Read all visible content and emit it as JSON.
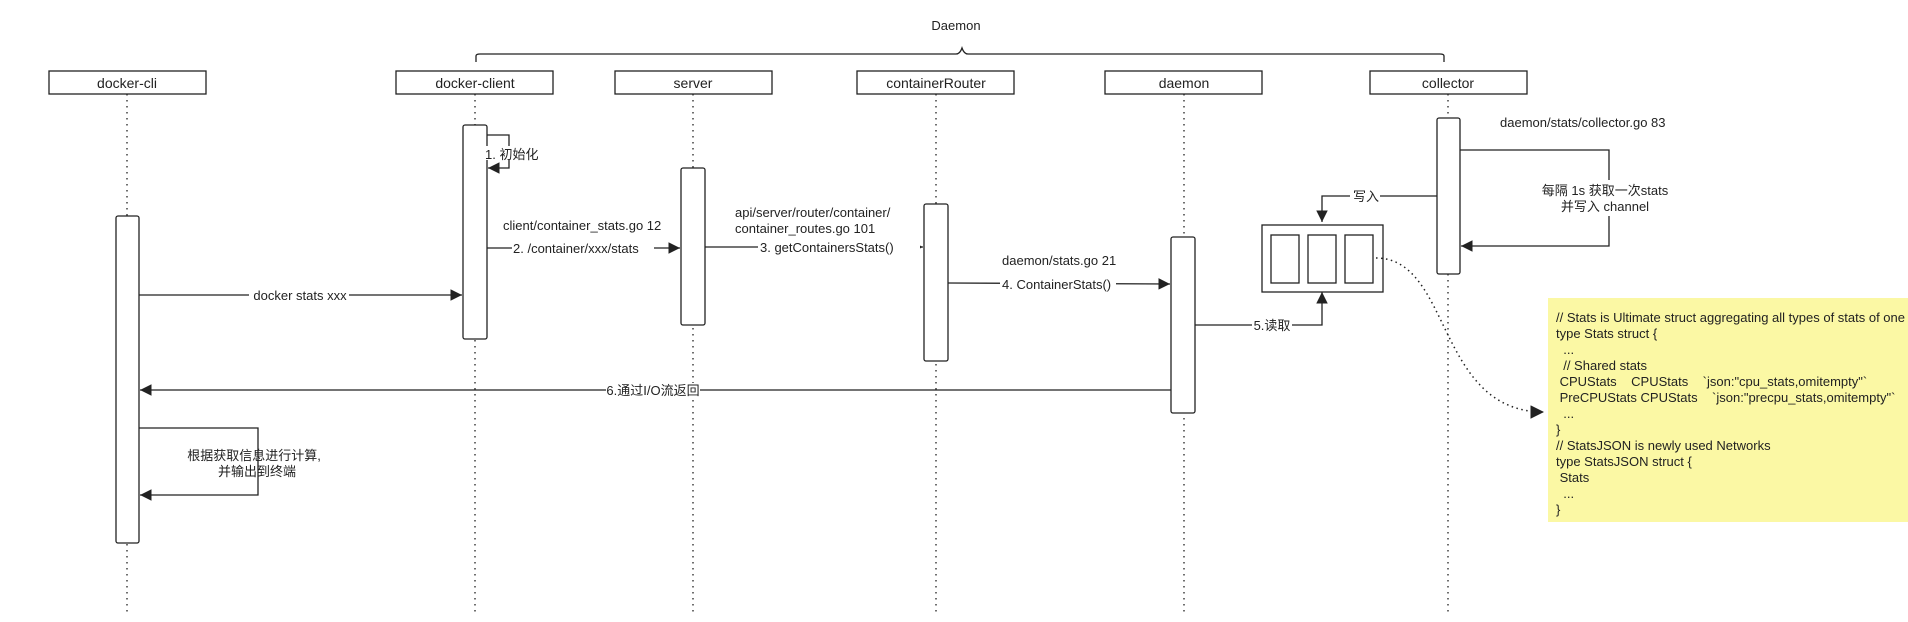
{
  "group_label": "Daemon",
  "participants": [
    {
      "name": "docker-cli"
    },
    {
      "name": "docker-client"
    },
    {
      "name": "server"
    },
    {
      "name": "containerRouter"
    },
    {
      "name": "daemon"
    },
    {
      "name": "collector"
    }
  ],
  "messages": {
    "docker_stats": "docker stats xxx",
    "init": "1. 初始化",
    "client_file": "client/container_stats.go 12",
    "step2": "2. /container/xxx/stats",
    "router_file_line1": "api/server/router/container/",
    "router_file_line2": "container_routes.go 101",
    "step3": "3. getContainersStats()",
    "daemon_file": "daemon/stats.go 21",
    "step4": "4. ContainerStats()",
    "collector_file": "daemon/stats/collector.go 83",
    "every_line1": "每隔 1s 获取一次stats",
    "every_line2": "并写入 channel",
    "write": "写入",
    "read": "5.读取",
    "step6": "6.通过I/O流返回",
    "calc_line1": "根据获取信息进行计算,",
    "calc_line2": "并输出到终端"
  },
  "note_lines": [
    "// Stats is Ultimate struct aggregating all types of stats of one container",
    "type Stats struct {",
    "  ...",
    "  // Shared stats",
    " CPUStats    CPUStats    `json:\"cpu_stats,omitempty\"`",
    " PreCPUStats CPUStats    `json:\"precpu_stats,omitempty\"`",
    "  ...",
    "}",
    "// StatsJSON is newly used Networks",
    "type StatsJSON struct {",
    " Stats",
    "  ...",
    "}"
  ],
  "colors": {
    "line": "#222222",
    "note_bg": "#fbf8a4",
    "box_border": "#333333"
  }
}
